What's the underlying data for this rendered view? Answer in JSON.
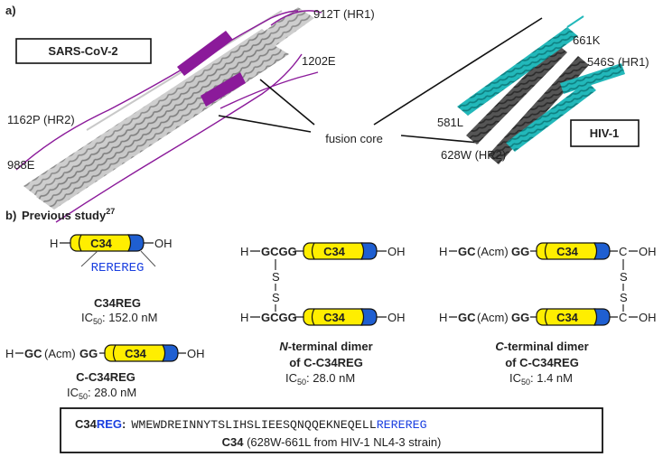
{
  "panel_a": {
    "letter": "a)",
    "sars": {
      "box_label": "SARS-CoV-2",
      "res_top": "912T (HR1)",
      "res_mid": "1202E",
      "res_left": "1162P (HR2)",
      "res_bottom": "988E"
    },
    "center_label": "fusion core",
    "hiv": {
      "box_label": "HIV-1",
      "res_top": "661K",
      "res_right": "546S (HR1)",
      "res_left": "581L",
      "res_bottom": "628W (HR2)"
    },
    "colors": {
      "sars_helix": "#b8b8b8",
      "sars_accent": "#8b1a9a",
      "hiv_helix": "#4a4a4a",
      "hiv_accent": "#19b0b3"
    }
  },
  "panel_b": {
    "letter": "b)",
    "heading": "Previous study",
    "heading_sup": "27",
    "peptide_label": "C34",
    "h": "H",
    "oh": "OH",
    "gcgg": "GCGG",
    "gc": "GC",
    "acm": "(Acm)",
    "gg": "GG",
    "c": "C",
    "s": "S",
    "ic50_prefix": "IC",
    "ic50_sub": "50",
    "compounds": [
      {
        "tail": "REREREG",
        "name": "C34REG",
        "ic50": ": 152.0 nM"
      },
      {
        "name": "C-C34REG",
        "ic50": ": 28.0 nM"
      },
      {
        "name_italic": "N",
        "name_rest": "-terminal dimer",
        "name_line2": "of C-C34REG",
        "ic50": ": 28.0 nM"
      },
      {
        "name_italic": "C",
        "name_rest": "-terminal dimer",
        "name_line2": "of C-C34REG",
        "ic50": ": 1.4 nM"
      }
    ],
    "sequence_box": {
      "label_c34": "C34",
      "label_reg": "REG",
      "colon": ":",
      "sequence_main": "WMEWDREINNYTSLIHSLIEESQNQQEKNEQELL",
      "sequence_tail": "REREREG",
      "caption_bold": "C34",
      "caption_rest": " (628W-661L from HIV-1 NL4-3 strain)"
    },
    "colors": {
      "capsule": "#ffee00",
      "cap": "#1f5fd1",
      "reg_blue": "#1a3fe0"
    }
  }
}
